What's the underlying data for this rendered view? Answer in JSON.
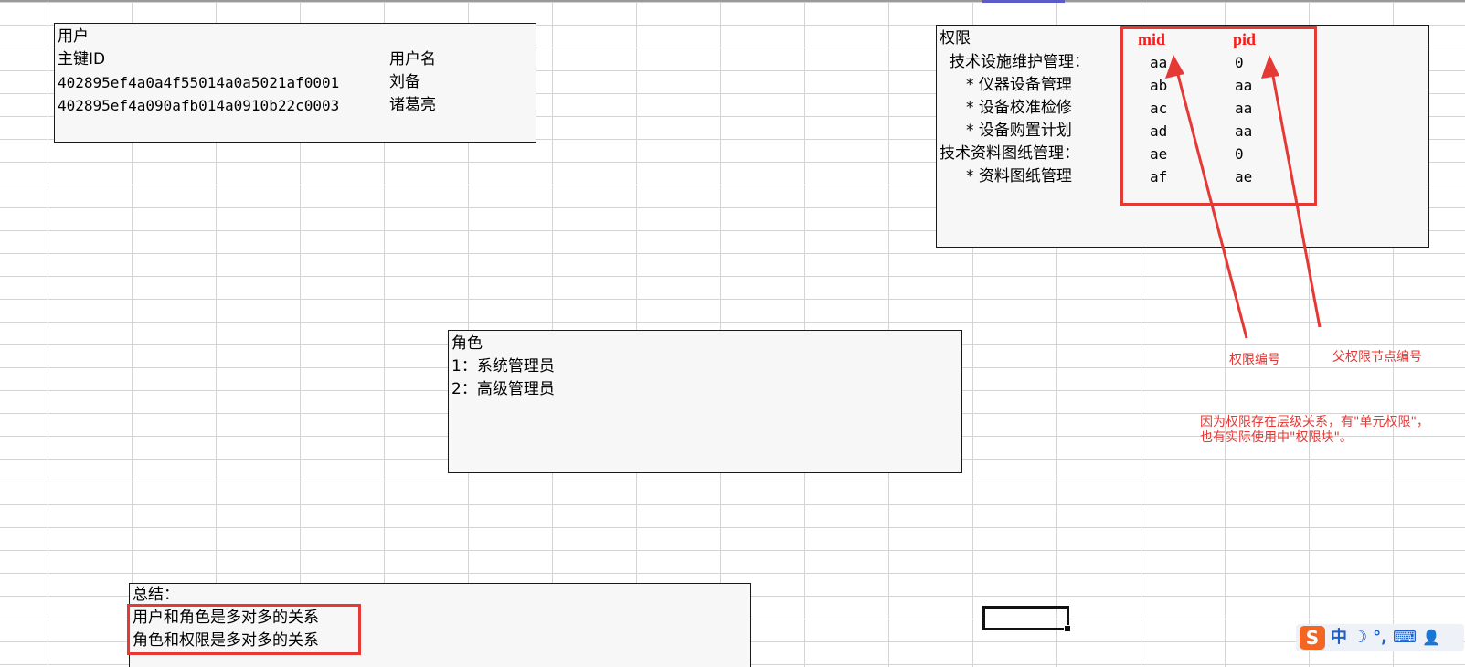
{
  "user_box": {
    "title": "用户",
    "col_id": "主键ID",
    "col_name": "用户名",
    "rows": [
      {
        "id": "402895ef4a0a4f55014a0a5021af0001",
        "name": "刘备"
      },
      {
        "id": "402895ef4a090afb014a0910b22c0003",
        "name": "诸葛亮"
      }
    ]
  },
  "perm_box": {
    "title": "权限",
    "col_mid": "mid",
    "col_pid": "pid",
    "rows": [
      {
        "label": "技术设施维护管理：",
        "mid": "aa",
        "pid": "0"
      },
      {
        "label": "* 仪器设备管理",
        "mid": "ab",
        "pid": "aa"
      },
      {
        "label": "* 设备校准检修",
        "mid": "ac",
        "pid": "aa"
      },
      {
        "label": "* 设备购置计划",
        "mid": "ad",
        "pid": "aa"
      },
      {
        "label": "技术资料图纸管理：",
        "mid": "ae",
        "pid": "0"
      },
      {
        "label": "* 资料图纸管理",
        "mid": "af",
        "pid": "ae"
      }
    ]
  },
  "annotations": {
    "mid_note": "权限编号",
    "pid_note": "父权限节点编号",
    "explain_line1": "因为权限存在层级关系，有\"单元权限\"，",
    "explain_line2": "也有实际使用中\"权限块\"。"
  },
  "role_box": {
    "title": "角色",
    "items": [
      "1：系统管理员",
      "2：高级管理员"
    ]
  },
  "summary_box": {
    "title": "总结：",
    "line1": "用户和角色是多对多的关系",
    "line2": "角色和权限是多对多的关系"
  },
  "ime_bar": {
    "logo": "S",
    "mode": "中",
    "moon": "☽",
    "punct": "°,",
    "keyboard": "⌨",
    "user": "👤"
  },
  "colors": {
    "annotation_red": "#e53935",
    "grid": "#d4d4d4",
    "box_bg": "#f7f7f7"
  }
}
